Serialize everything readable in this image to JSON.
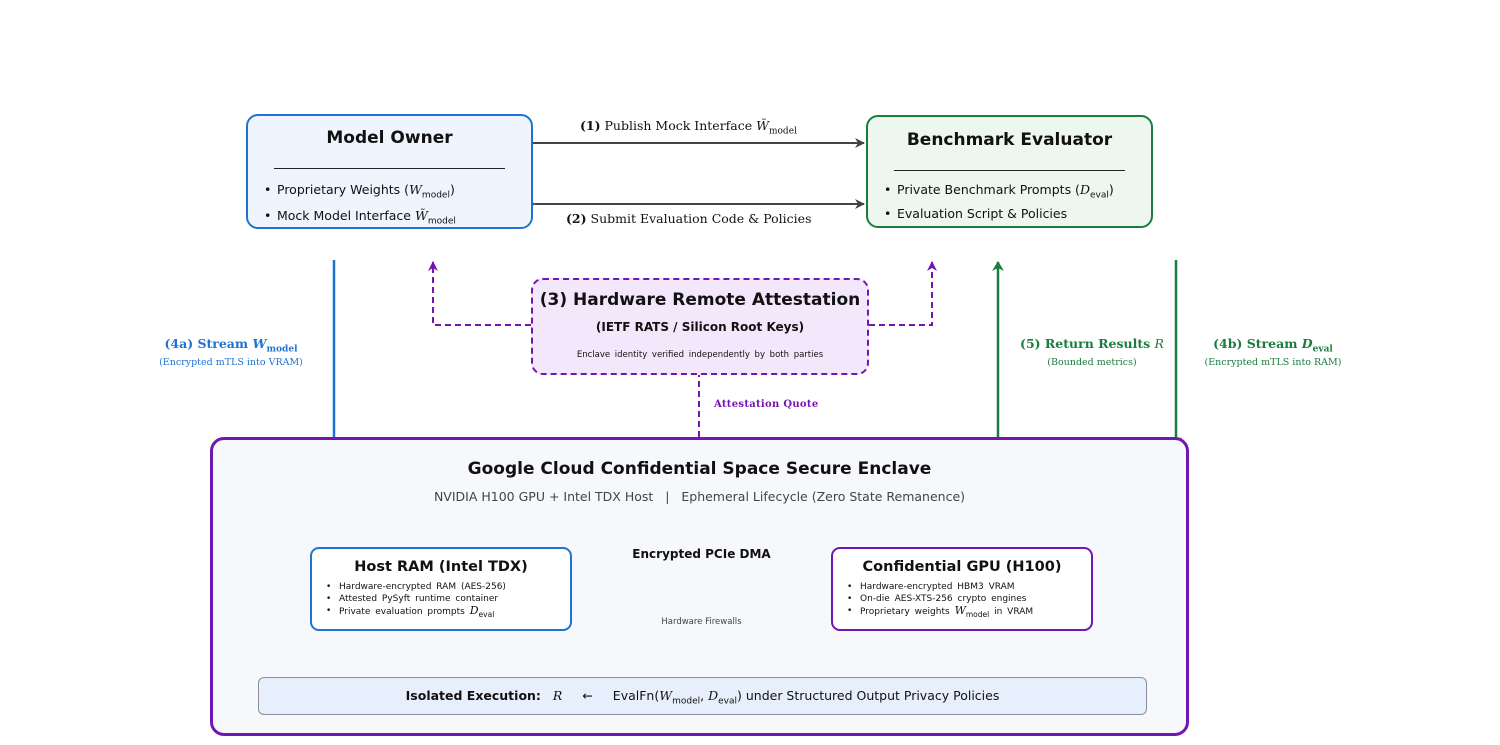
{
  "colors": {
    "blue": "#1f73d2",
    "green": "#1a7d3d",
    "purple": "#7216b2",
    "dark": "#444444",
    "owner_fill": "#eef5fd",
    "evaluator_fill": "#eef6f0",
    "attest_fill": "#f3e7fb",
    "enclave_fill": "#f6f8fb",
    "exec_fill": "#e8effc"
  },
  "owner": {
    "title": "Model Owner",
    "items": [
      "Proprietary Weights (W",
      "model",
      ")",
      "Mock Model Interface ",
      "W̃",
      "model"
    ]
  },
  "evaluator": {
    "title": "Benchmark Evaluator",
    "item1_pre": "Private Benchmark Prompts (",
    "item1_sym": "D",
    "item1_sub": "eval",
    "item1_post": ")",
    "item2": "Evaluation Script & Policies"
  },
  "owner_items": {
    "item1_pre": "Proprietary Weights (",
    "item1_sym": "W",
    "item1_sub": "model",
    "item1_post": ")",
    "item2_pre": "Mock Model Interface ",
    "item2_sym": "W̃",
    "item2_sub": "model"
  },
  "edges": {
    "e1_num": "(1)",
    "e1_text": "Publish Mock Interface ",
    "e1_sym": "W̃",
    "e1_sub": "model",
    "e2_num": "(2)",
    "e2_text": "Submit Evaluation Code & Policies"
  },
  "attestation": {
    "title": "(3) Hardware Remote Attestation",
    "subtitle": "(IETF RATS / Silicon Root Keys)",
    "note": "Enclave identity verified independently by both parties",
    "quote_label": "Attestation Quote"
  },
  "stream_model": {
    "label_pre": "(4a) Stream ",
    "label_sym": "W",
    "label_sub": "model",
    "sub": "(Encrypted mTLS into VRAM)"
  },
  "return_results": {
    "label_pre": "(5) Return Results ",
    "label_sym": "R",
    "sub": "(Bounded metrics)"
  },
  "stream_eval": {
    "label_pre": "(4b) Stream ",
    "label_sym": "D",
    "label_sub": "eval",
    "sub": "(Encrypted mTLS into RAM)"
  },
  "enclave": {
    "title": "Google Cloud Confidential Space Secure Enclave",
    "subtitle": "NVIDIA H100 GPU + Intel TDX Host   |   Ephemeral Lifecycle (Zero State Remanence)"
  },
  "host_ram": {
    "title": "Host RAM (Intel TDX)",
    "item1": "Hardware-encrypted RAM (AES-256)",
    "item2": "Attested PySyft runtime container",
    "item3_pre": "Private evaluation prompts ",
    "item3_sym": "D",
    "item3_sub": "eval"
  },
  "gpu": {
    "title": "Confidential GPU (H100)",
    "item1": "Hardware-encrypted HBM3 VRAM",
    "item2": "On-die AES-XTS-256 crypto engines",
    "item3_pre": "Proprietary weights ",
    "item3_sym": "W",
    "item3_sub": "model",
    "item3_post": " in VRAM"
  },
  "pcie": {
    "top": "Encrypted PCIe DMA",
    "bottom": "Hardware Firewalls"
  },
  "execution": {
    "label": "Isolated Execution:",
    "sym_r": "R",
    "arrow": "←",
    "fn": "EvalFn(",
    "w": "W",
    "w_sub": "model",
    "comma": ", ",
    "d": "D",
    "d_sub": "eval",
    "close": ")",
    "post": " under Structured Output Privacy Policies"
  }
}
